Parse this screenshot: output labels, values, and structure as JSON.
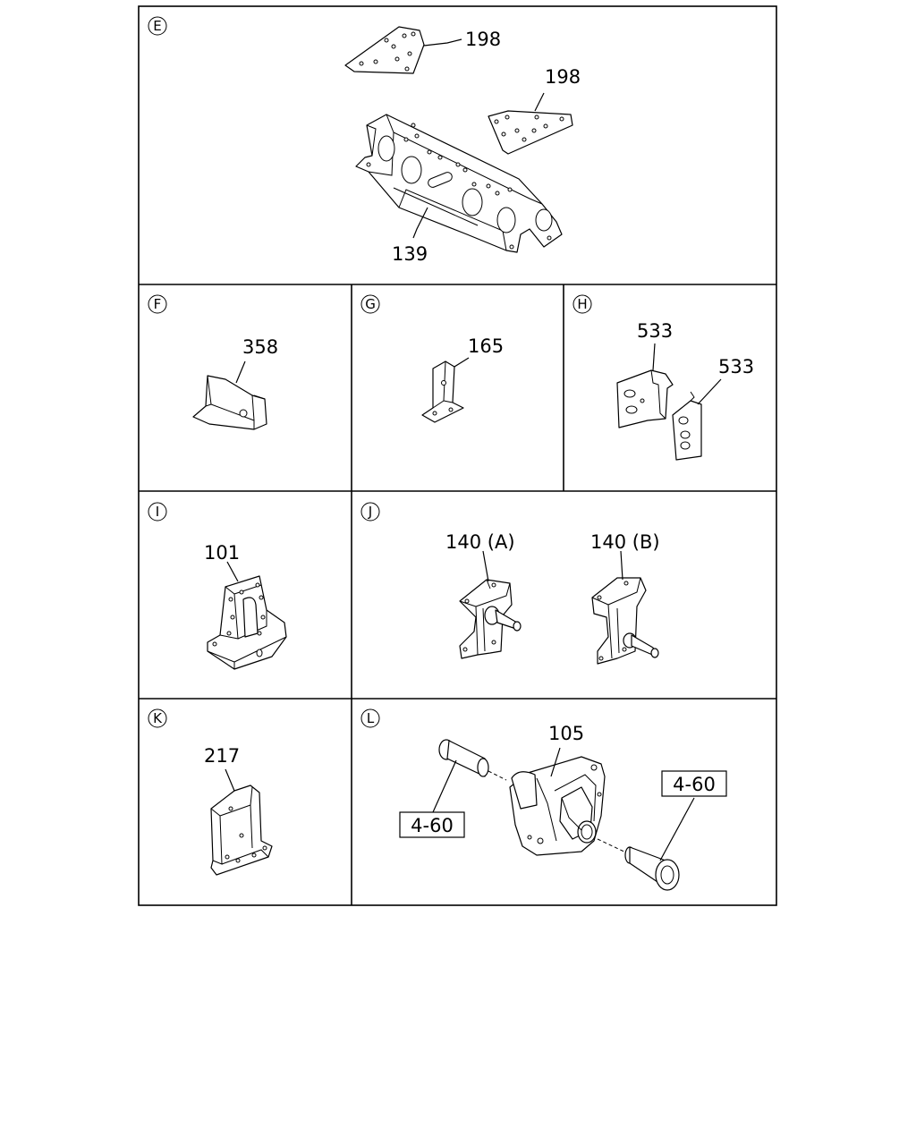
{
  "sections": {
    "E": {
      "label": "E",
      "parts": {
        "bracket_a": "198",
        "bracket_b": "198",
        "crossmember": "139"
      }
    },
    "F": {
      "label": "F",
      "parts": {
        "bracket": "358"
      }
    },
    "G": {
      "label": "G",
      "parts": {
        "bracket": "165"
      }
    },
    "H": {
      "label": "H",
      "parts": {
        "plate_a": "533",
        "plate_b": "533"
      }
    },
    "I": {
      "label": "I",
      "parts": {
        "hanger": "101"
      }
    },
    "J": {
      "label": "J",
      "parts": {
        "bracket_a": "140 (A)",
        "bracket_b": "140 (B)"
      }
    },
    "K": {
      "label": "K",
      "parts": {
        "bracket": "217"
      }
    },
    "L": {
      "label": "L",
      "parts": {
        "housing": "105",
        "ref_left": "4-60",
        "ref_right": "4-60"
      }
    }
  }
}
